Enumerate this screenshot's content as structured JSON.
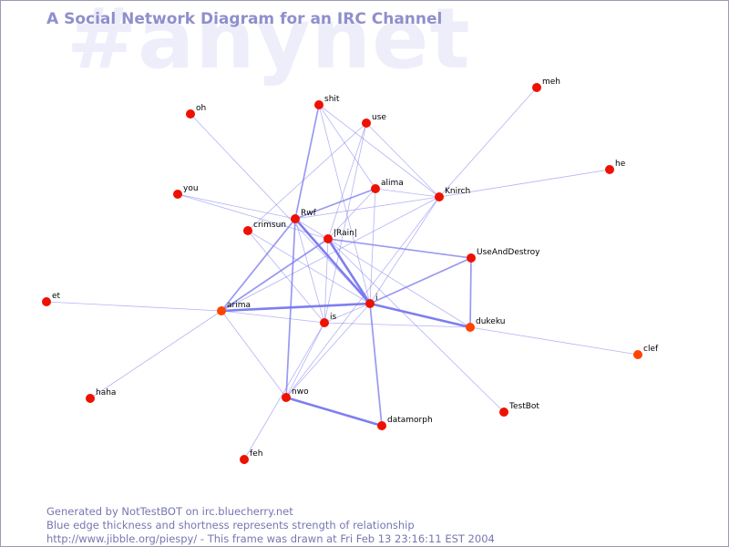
{
  "watermark": "#anynet",
  "title": "A Social Network Diagram for an IRC Channel",
  "footer": {
    "line1": "Generated by NotTestBOT on irc.bluecherry.net",
    "line2": "Blue edge thickness and shortness represents strength of relationship",
    "line3": "http://www.jibble.org/piespy/ - This frame was drawn at Fri Feb 13 23:16:11 EST 2004"
  },
  "colors": {
    "node": "#ee1100",
    "node_highlight": "#ff4400",
    "edge": "#7777ee"
  },
  "nodes": [
    {
      "id": "oh",
      "label": "oh"
    },
    {
      "id": "shit",
      "label": "shit"
    },
    {
      "id": "use",
      "label": "use"
    },
    {
      "id": "meh",
      "label": "meh"
    },
    {
      "id": "he",
      "label": "he"
    },
    {
      "id": "you",
      "label": "you"
    },
    {
      "id": "alima",
      "label": "alima"
    },
    {
      "id": "knirch",
      "label": "Knirch"
    },
    {
      "id": "rwf",
      "label": "Rwf"
    },
    {
      "id": "crimsun",
      "label": "crimsun"
    },
    {
      "id": "rain",
      "label": "|Rain|"
    },
    {
      "id": "useanddestroy",
      "label": "UseAndDestroy"
    },
    {
      "id": "et",
      "label": "et"
    },
    {
      "id": "arima",
      "label": "arima"
    },
    {
      "id": "i",
      "label": "i"
    },
    {
      "id": "is",
      "label": "is"
    },
    {
      "id": "dukeku",
      "label": "dukeku"
    },
    {
      "id": "clef",
      "label": "clef"
    },
    {
      "id": "haha",
      "label": "haha"
    },
    {
      "id": "nwo",
      "label": "nwo"
    },
    {
      "id": "testbot",
      "label": "TestBot"
    },
    {
      "id": "datamorph",
      "label": "datamorph"
    },
    {
      "id": "feh",
      "label": "feh"
    }
  ],
  "edges": [
    {
      "from": "oh",
      "to": "i",
      "weight": 1
    },
    {
      "from": "shit",
      "to": "rwf",
      "weight": 2
    },
    {
      "from": "shit",
      "to": "alima",
      "weight": 1
    },
    {
      "from": "shit",
      "to": "i",
      "weight": 1
    },
    {
      "from": "shit",
      "to": "knirch",
      "weight": 1
    },
    {
      "from": "use",
      "to": "rain",
      "weight": 1
    },
    {
      "from": "use",
      "to": "knirch",
      "weight": 1
    },
    {
      "from": "use",
      "to": "is",
      "weight": 1
    },
    {
      "from": "use",
      "to": "crimsun",
      "weight": 1
    },
    {
      "from": "meh",
      "to": "knirch",
      "weight": 1
    },
    {
      "from": "he",
      "to": "knirch",
      "weight": 1
    },
    {
      "from": "you",
      "to": "rain",
      "weight": 1
    },
    {
      "from": "you",
      "to": "rwf",
      "weight": 1
    },
    {
      "from": "alima",
      "to": "rwf",
      "weight": 2
    },
    {
      "from": "alima",
      "to": "rain",
      "weight": 1
    },
    {
      "from": "alima",
      "to": "i",
      "weight": 1
    },
    {
      "from": "alima",
      "to": "knirch",
      "weight": 1
    },
    {
      "from": "knirch",
      "to": "rwf",
      "weight": 1
    },
    {
      "from": "knirch",
      "to": "i",
      "weight": 1
    },
    {
      "from": "knirch",
      "to": "arima",
      "weight": 1
    },
    {
      "from": "knirch",
      "to": "nwo",
      "weight": 1
    },
    {
      "from": "rwf",
      "to": "i",
      "weight": 3
    },
    {
      "from": "rwf",
      "to": "arima",
      "weight": 2
    },
    {
      "from": "rwf",
      "to": "is",
      "weight": 1
    },
    {
      "from": "rwf",
      "to": "nwo",
      "weight": 2
    },
    {
      "from": "rwf",
      "to": "rain",
      "weight": 1
    },
    {
      "from": "crimsun",
      "to": "i",
      "weight": 1
    },
    {
      "from": "crimsun",
      "to": "is",
      "weight": 1
    },
    {
      "from": "rain",
      "to": "i",
      "weight": 3
    },
    {
      "from": "rain",
      "to": "useanddestroy",
      "weight": 2
    },
    {
      "from": "rain",
      "to": "arima",
      "weight": 2
    },
    {
      "from": "rain",
      "to": "is",
      "weight": 1
    },
    {
      "from": "rain",
      "to": "dukeku",
      "weight": 1
    },
    {
      "from": "rain",
      "to": "testbot",
      "weight": 1
    },
    {
      "from": "useanddestroy",
      "to": "i",
      "weight": 2
    },
    {
      "from": "useanddestroy",
      "to": "dukeku",
      "weight": 2
    },
    {
      "from": "et",
      "to": "arima",
      "weight": 1
    },
    {
      "from": "arima",
      "to": "i",
      "weight": 3
    },
    {
      "from": "arima",
      "to": "is",
      "weight": 1
    },
    {
      "from": "arima",
      "to": "nwo",
      "weight": 1
    },
    {
      "from": "arima",
      "to": "haha",
      "weight": 1
    },
    {
      "from": "i",
      "to": "dukeku",
      "weight": 3
    },
    {
      "from": "i",
      "to": "datamorph",
      "weight": 2
    },
    {
      "from": "i",
      "to": "nwo",
      "weight": 1
    },
    {
      "from": "i",
      "to": "is",
      "weight": 1
    },
    {
      "from": "is",
      "to": "dukeku",
      "weight": 1
    },
    {
      "from": "is",
      "to": "nwo",
      "weight": 1
    },
    {
      "from": "is",
      "to": "feh",
      "weight": 1
    },
    {
      "from": "dukeku",
      "to": "clef",
      "weight": 1
    },
    {
      "from": "nwo",
      "to": "datamorph",
      "weight": 3
    }
  ]
}
